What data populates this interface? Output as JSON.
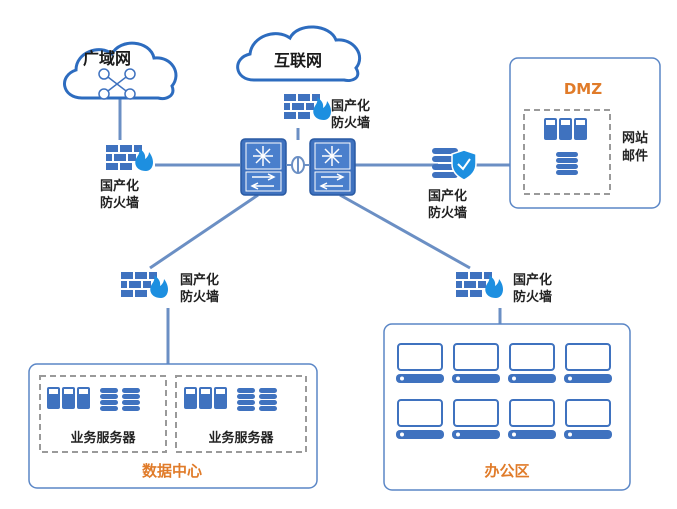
{
  "colors": {
    "line": "#6b8fc4",
    "primary": "#3f72bf",
    "accent_orange": "#e07b29",
    "flame": "#1d8fe0",
    "cloud_stroke": "#2d6cbf",
    "dashed": "#9a9a9a",
    "box_stroke": "#5a86c6"
  },
  "clouds": {
    "wan": "广域网",
    "internet": "互联网"
  },
  "firewalls": {
    "top": [
      "国产化",
      "防火墙"
    ],
    "left": [
      "国产化",
      "防火墙"
    ],
    "dmz_gateway": [
      "国产化",
      "防火墙"
    ],
    "datacenter": [
      "国产化",
      "防火墙"
    ],
    "office": [
      "国产化",
      "防火墙"
    ]
  },
  "dmz": {
    "title": "DMZ",
    "services": [
      "网站",
      "邮件"
    ]
  },
  "datacenter": {
    "title": "数据中心",
    "groups": [
      "业务服务器",
      "业务服务器"
    ]
  },
  "office": {
    "title": "办公区",
    "terminal_count": 8
  },
  "icons": {
    "core_switch": "core-switch-icon",
    "firewall": "firewall-icon",
    "server": "server-icon",
    "storage": "storage-icon",
    "terminal": "terminal-icon",
    "cloud": "cloud-icon"
  }
}
